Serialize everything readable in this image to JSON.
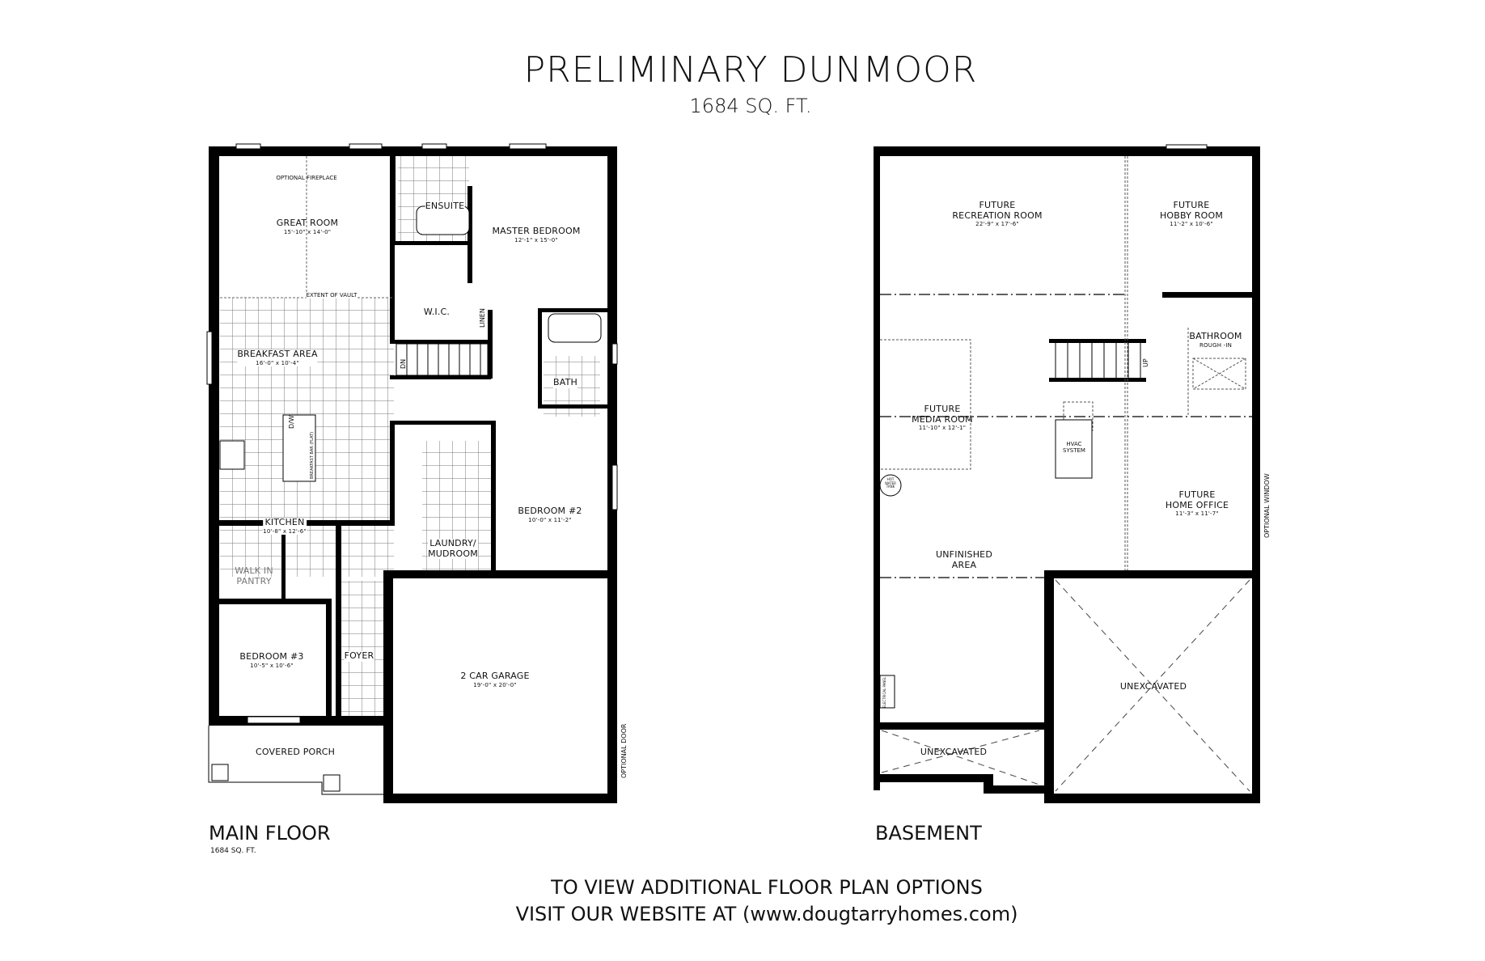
{
  "header": {
    "title": "PRELIMINARY DUNMOOR",
    "area": "1684 SQ. FT."
  },
  "main_floor": {
    "label": "MAIN FLOOR",
    "area": "1684 SQ. FT.",
    "rooms": [
      {
        "name": "GREAT ROOM",
        "dims": "15'-10\" x 14'-0\""
      },
      {
        "name": "BREAKFAST AREA",
        "dims": "16'-0\" x 10'-4\""
      },
      {
        "name": "KITCHEN",
        "dims": "10'-8\" x 12'-6\""
      },
      {
        "name": "MASTER BEDROOM",
        "dims": "12'-1\" x 15'-0\""
      },
      {
        "name": "BEDROOM #2",
        "dims": "10'-0\" x 11'-2\""
      },
      {
        "name": "BEDROOM #3",
        "dims": "10'-5\" x 10'-6\""
      },
      {
        "name": "2 CAR GARAGE",
        "dims": "19'-0\" x 20'-0\""
      }
    ],
    "labels": {
      "optional_fireplace": "OPTIONAL FIREPLACE",
      "extent_of_vault": "EXTENT OF VAULT",
      "ensuite": "ENSUITE",
      "wic": "W.I.C.",
      "linen": "LINEN",
      "bath": "BATH",
      "dn": "DN",
      "dw": "D/W",
      "breakfast_bar": "BREAKFAST BAR (FLAT)",
      "laundry": "LAUNDRY/",
      "mudroom": "MUDROOM",
      "walk_in": "WALK IN",
      "pantry": "PANTRY",
      "foyer": "FOYER",
      "covered_porch": "COVERED PORCH",
      "optional_door": "OPTIONAL DOOR"
    }
  },
  "basement": {
    "label": "BASEMENT",
    "rooms": [
      {
        "name": "FUTURE",
        "name2": "RECREATION ROOM",
        "dims": "22'-9\" x 17'-6\""
      },
      {
        "name": "FUTURE",
        "name2": "HOBBY ROOM",
        "dims": "11'-2\" x 10'-6\""
      },
      {
        "name": "FUTURE",
        "name2": "MEDIA ROOM",
        "dims": "11'-10\" x 12'-1\""
      },
      {
        "name": "FUTURE",
        "name2": "HOME OFFICE",
        "dims": "11'-3\" x 11'-7\""
      }
    ],
    "labels": {
      "bathroom": "BATHROOM",
      "rough_in": "ROUGH -IN",
      "up": "UP",
      "hvac1": "HVAC",
      "hvac2": "SYSTEM",
      "hot_water_tank": "HOT WATER TANK",
      "unfinished1": "UNFINISHED",
      "unfinished2": "AREA",
      "electrical_panel": "ELECTRICAL PANEL",
      "unexcavated_small": "UNEXCAVATED",
      "unexcavated_large": "UNEXCAVATED",
      "optional_window": "OPTIONAL WINDOW"
    }
  },
  "footer": {
    "line1": "TO VIEW ADDITIONAL FLOOR PLAN OPTIONS",
    "line2": "VISIT OUR WEBSITE AT (www.dougtarryhomes.com)"
  }
}
